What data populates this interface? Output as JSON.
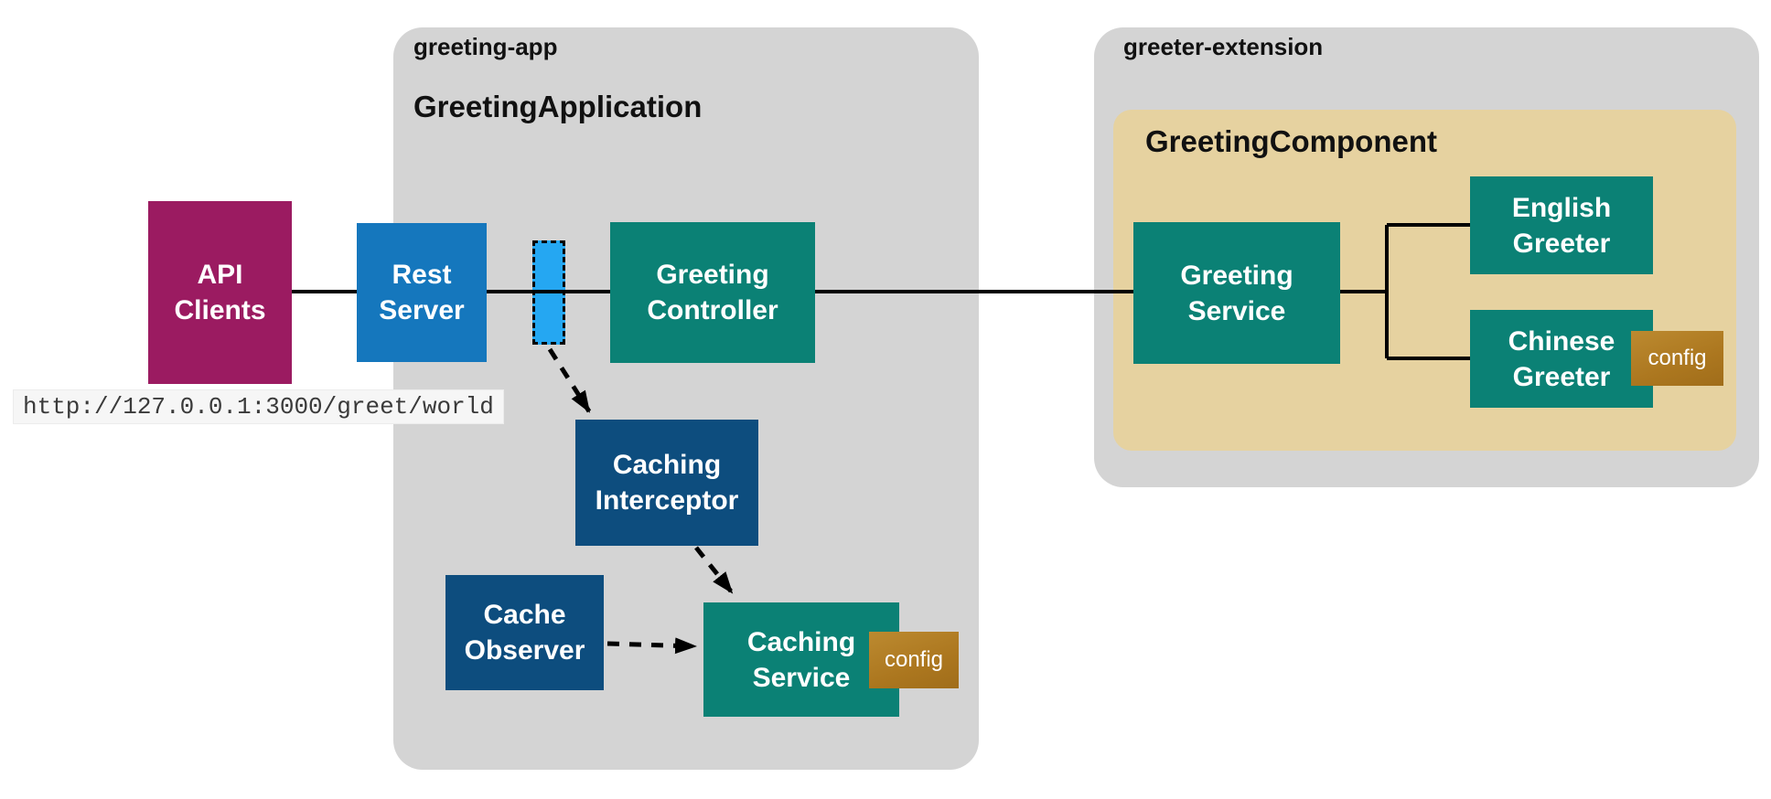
{
  "diagram": {
    "containers": {
      "greeting_app": {
        "label": "greeting-app",
        "title": "GreetingApplication",
        "fill": "#d4d4d4"
      },
      "greeter_extension": {
        "label": "greeter-extension",
        "fill": "#d4d4d4"
      },
      "greeting_component": {
        "title": "GreetingComponent",
        "fill": "#e6d2a0"
      }
    },
    "nodes": {
      "api_clients": {
        "label": "API\nClients",
        "color": "#9b1b61"
      },
      "rest_server": {
        "label": "Rest\nServer",
        "color": "#1577bd"
      },
      "interceptor_pipe": {
        "label": "",
        "color": "#25a7f2"
      },
      "greeting_controller": {
        "label": "Greeting\nController",
        "color": "#0b8175"
      },
      "caching_interceptor": {
        "label": "Caching\nInterceptor",
        "color": "#0d4d7e"
      },
      "cache_observer": {
        "label": "Cache\nObserver",
        "color": "#0d4d7e"
      },
      "caching_service": {
        "label": "Caching\nService",
        "color": "#0b8175"
      },
      "greeting_service": {
        "label": "Greeting\nService",
        "color": "#0b8175"
      },
      "english_greeter": {
        "label": "English\nGreeter",
        "color": "#0b8175"
      },
      "chinese_greeter": {
        "label": "Chinese\nGreeter",
        "color": "#0b8175"
      }
    },
    "badges": {
      "caching_service_config": {
        "label": "config",
        "color": "#b07c26"
      },
      "chinese_greeter_config": {
        "label": "config",
        "color": "#b07c26"
      }
    },
    "edges": [
      {
        "from": "api_clients",
        "to": "rest_server",
        "style": "solid"
      },
      {
        "from": "rest_server",
        "to": "greeting_controller",
        "style": "solid",
        "via": "interceptor_pipe"
      },
      {
        "from": "greeting_controller",
        "to": "greeting_service",
        "style": "solid"
      },
      {
        "from": "greeting_service",
        "to": "english_greeter",
        "style": "solid"
      },
      {
        "from": "greeting_service",
        "to": "chinese_greeter",
        "style": "solid"
      },
      {
        "from": "interceptor_pipe",
        "to": "caching_interceptor",
        "style": "dashed-arrow"
      },
      {
        "from": "caching_interceptor",
        "to": "caching_service",
        "style": "dashed-arrow"
      },
      {
        "from": "cache_observer",
        "to": "caching_service",
        "style": "dashed-arrow"
      }
    ]
  },
  "url_label": "http://127.0.0.1:3000/greet/world",
  "colors": {
    "teal": "#0b8175",
    "navy": "#0d4d7e",
    "magenta": "#9b1b61",
    "blue": "#1577bd",
    "cyan": "#25a7f2",
    "gold": "#b07c26",
    "container_gray": "#d4d4d4",
    "component_tan": "#e6d2a0",
    "line_black": "#000000"
  }
}
